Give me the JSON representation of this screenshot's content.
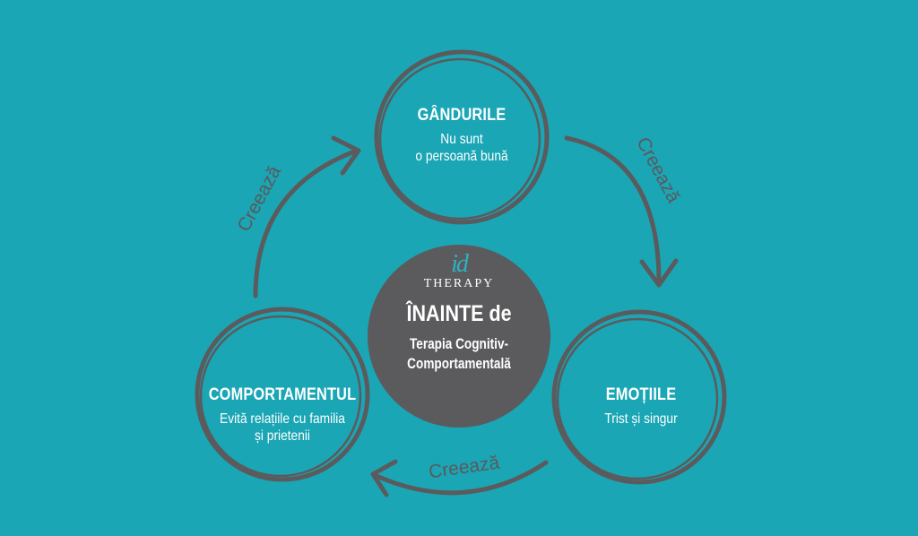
{
  "center": {
    "logo_mark": "id",
    "logo_text": "THERAPY",
    "headline": "ÎNAINTE de",
    "subtitle_line1": "Terapia Cognitiv-",
    "subtitle_line2": "Comportamentală"
  },
  "nodes": {
    "thoughts": {
      "title": "GÂNDURILE",
      "line1": "Nu sunt",
      "line2": "o persoană bună"
    },
    "emotions": {
      "title": "EMOȚIILE",
      "line1": "Trist și singur"
    },
    "behavior": {
      "title": "COMPORTAMENTUL",
      "line1": "Evită relațiile cu familia",
      "line2": "și prietenii"
    }
  },
  "edges": {
    "thoughts_to_emotions": "Creează",
    "emotions_to_behavior": "Creează",
    "behavior_to_thoughts": "Creează"
  },
  "colors": {
    "background": "#1AA6B5",
    "ring": "#5b5b5d",
    "center_fill": "#5b5b5d",
    "text": "#ffffff",
    "logo_accent": "#2db3c2"
  }
}
